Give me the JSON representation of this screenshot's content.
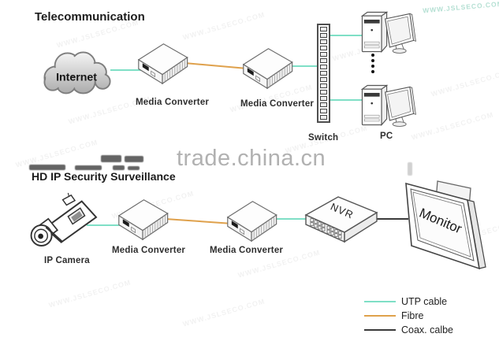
{
  "watermarks": {
    "center_text": "trade.china.cn",
    "tile_text": "WWW.JSLSECO.COM"
  },
  "colors": {
    "utp_cable": "#7fdfc6",
    "fibre": "#dfa14c",
    "coax_cable": "#3a3a3a"
  },
  "telecom": {
    "title": "Telecommunication",
    "internet_label": "Internet",
    "converter1_label": "Media Converter",
    "converter2_label": "Media Converter",
    "switch_label": "Switch",
    "pc_label": "PC"
  },
  "surveillance": {
    "title": "HD IP Security Surveillance",
    "camera_label": "IP Camera",
    "converter1_label": "Media Converter",
    "converter2_label": "Media Converter",
    "nvr_label": "NVR",
    "monitor_label": "Monitor"
  },
  "legend": {
    "items": [
      {
        "label": "UTP cable",
        "color": "#7fdfc6"
      },
      {
        "label": "Fibre",
        "color": "#dfa14c"
      },
      {
        "label": "Coax. calbe",
        "color": "#3a3a3a"
      }
    ]
  }
}
